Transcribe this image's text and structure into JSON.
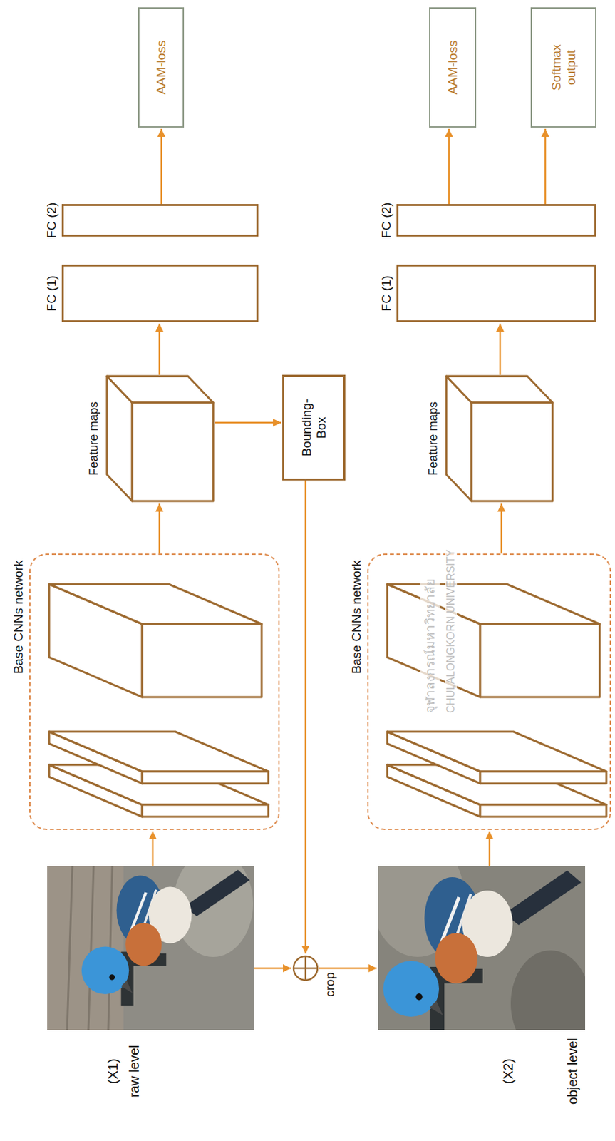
{
  "diagram": {
    "nodes": [
      {
        "text": [
          "(X1)",
          "raw level"
        ]
      },
      {
        "text": [
          "Base CNNs network"
        ]
      },
      {
        "text": [
          "Feature maps"
        ]
      },
      {
        "text": [
          "FC (1)"
        ]
      },
      {
        "text": [
          "FC (2)"
        ]
      },
      {
        "text": [
          "AAM-loss"
        ]
      },
      {
        "text": [
          "Bounding- Box"
        ]
      },
      {
        "text": [
          "crop"
        ]
      },
      {
        "text": [
          "(X2)",
          "object level"
        ]
      },
      {
        "text": [
          "Base CNNs network"
        ]
      },
      {
        "text": [
          "Feature maps"
        ]
      },
      {
        "text": [
          "FC (1)"
        ]
      },
      {
        "text": [
          "FC (2)"
        ]
      },
      {
        "text": [
          "AAM-loss"
        ]
      },
      {
        "text": [
          "Softmax output"
        ]
      }
    ],
    "edges": [
      {
        "from": 0,
        "to": 1,
        "arrow": "to"
      },
      {
        "from": 1,
        "to": 2,
        "arrow": "to"
      },
      {
        "from": 2,
        "to": 3,
        "arrow": "to"
      },
      {
        "from": 4,
        "to": 5,
        "arrow": "to"
      },
      {
        "from": 2,
        "to": 6,
        "arrow": "to"
      },
      {
        "from": 0,
        "to": 7,
        "arrow": "to"
      },
      {
        "from": 6,
        "to": 7,
        "arrow": "to"
      },
      {
        "from": 7,
        "to": 8,
        "arrow": "to"
      },
      {
        "from": 8,
        "to": 9,
        "arrow": "to"
      },
      {
        "from": 9,
        "to": 10,
        "arrow": "to"
      },
      {
        "from": 10,
        "to": 11,
        "arrow": "to"
      },
      {
        "from": 12,
        "to": 13,
        "arrow": "to"
      },
      {
        "from": 12,
        "to": 14,
        "arrow": "to"
      }
    ],
    "labels": [
      "จุฬาลงกรณ์มหาวิทยาลัย",
      "CHULALONGKORN UNIVERSITY"
    ]
  }
}
